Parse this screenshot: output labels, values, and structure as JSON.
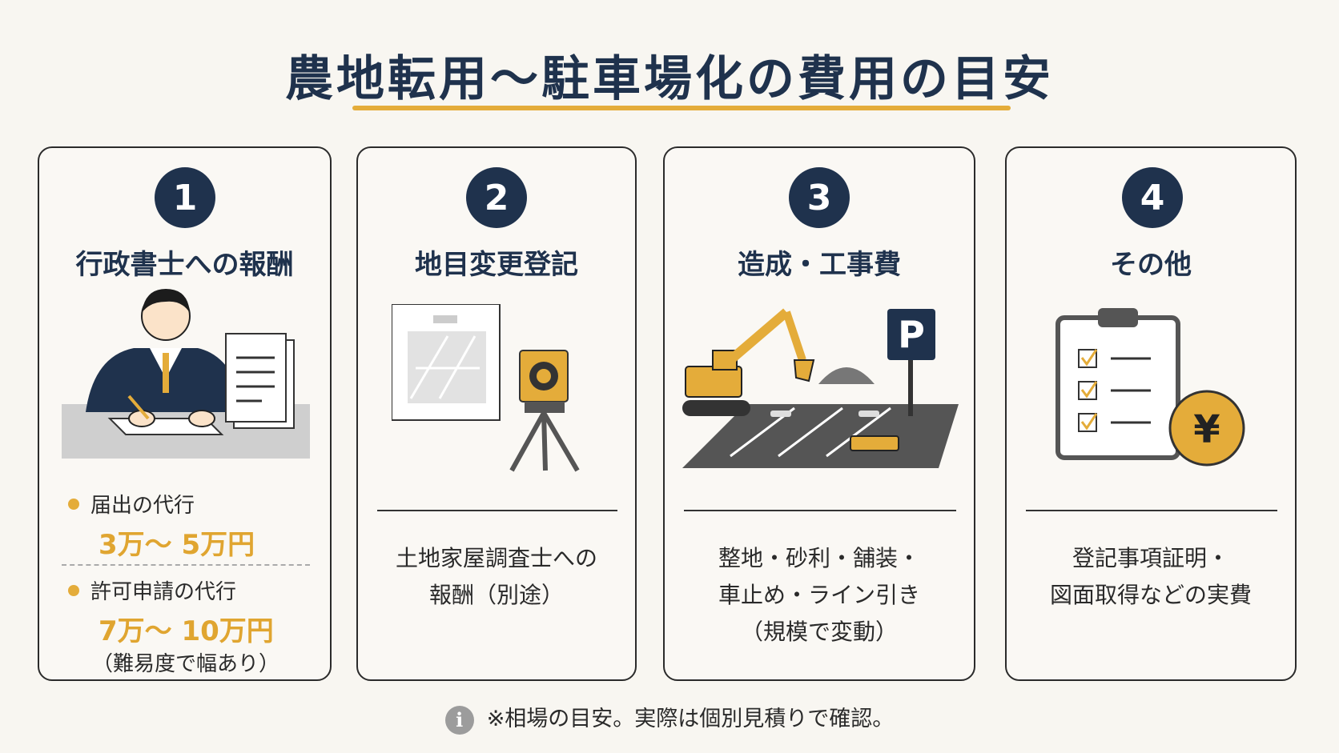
{
  "title": "農地転用〜駐車場化の費用の目安",
  "cards": [
    {
      "number": "1",
      "title": "行政書士への報酬",
      "items": [
        {
          "label": "届出の代行",
          "price": "3万〜 5万円"
        },
        {
          "label": "許可申請の代行",
          "price": "7万〜 10万円",
          "note": "（難易度で幅あり）"
        }
      ]
    },
    {
      "number": "2",
      "title": "地目変更登記",
      "desc": [
        "土地家屋調査士への",
        "報酬（別途）"
      ]
    },
    {
      "number": "3",
      "title": "造成・工事費",
      "parking_sign": "P",
      "desc": [
        "整地・砂利・舗装・",
        "車止め・ライン引き",
        "（規模で変動）"
      ]
    },
    {
      "number": "4",
      "title": "その他",
      "yen_symbol": "¥",
      "desc": [
        "登記事項証明・",
        "図面取得などの実費"
      ]
    }
  ],
  "footer": {
    "icon": "i",
    "text": "※相場の目安。実際は個別見積りで確認。"
  },
  "colors": {
    "navy": "#1f324d",
    "accent": "#e4ac3a",
    "background": "#f8f6f1"
  }
}
